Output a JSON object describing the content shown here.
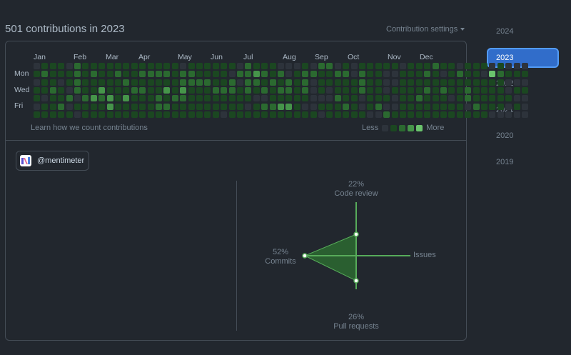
{
  "header": {
    "title": "501 contributions in 2023",
    "settings_label": "Contribution settings"
  },
  "years": [
    "2024",
    "2023",
    "2022",
    "2021",
    "2020",
    "2019"
  ],
  "selected_year": "2023",
  "calendar": {
    "months": [
      "Jan",
      "Feb",
      "Mar",
      "Apr",
      "May",
      "Jun",
      "Jul",
      "Aug",
      "Sep",
      "Oct",
      "Nov",
      "Dec"
    ],
    "days": [
      "Mon",
      "Wed",
      "Fri"
    ],
    "learn_link": "Learn how we count contributions",
    "legend_less": "Less",
    "legend_more": "More",
    "levels": [
      "0111021111111111110111111021110001022010111110111211011101000",
      "1211121211211222212211110223212012211220211001112101211042111",
      "0110121111121111112222112022121212011111211001111111111111000",
      "1121021131112211313111222121212212010111211011112121121111011",
      "1011202323131112122111111110011111000211011101121110121111100",
      "0112011113111112211111111101223310011121012001111111102111010",
      "1111101111111111111111101111111111101111100211111111111100000"
    ],
    "colors": {
      "level0": "#2d333b",
      "level1": "#1b4721",
      "level2": "#2b6a30",
      "level3": "#46954a",
      "level4": "#6bc46d"
    }
  },
  "organization": {
    "name": "@mentimeter"
  },
  "activity": {
    "code_review": {
      "percent": "22%",
      "label": "Code review"
    },
    "commits": {
      "percent": "52%",
      "label": "Commits"
    },
    "pull_requests": {
      "percent": "26%",
      "label": "Pull requests"
    },
    "issues": {
      "label": "Issues"
    },
    "accent": "#57ab5a"
  }
}
